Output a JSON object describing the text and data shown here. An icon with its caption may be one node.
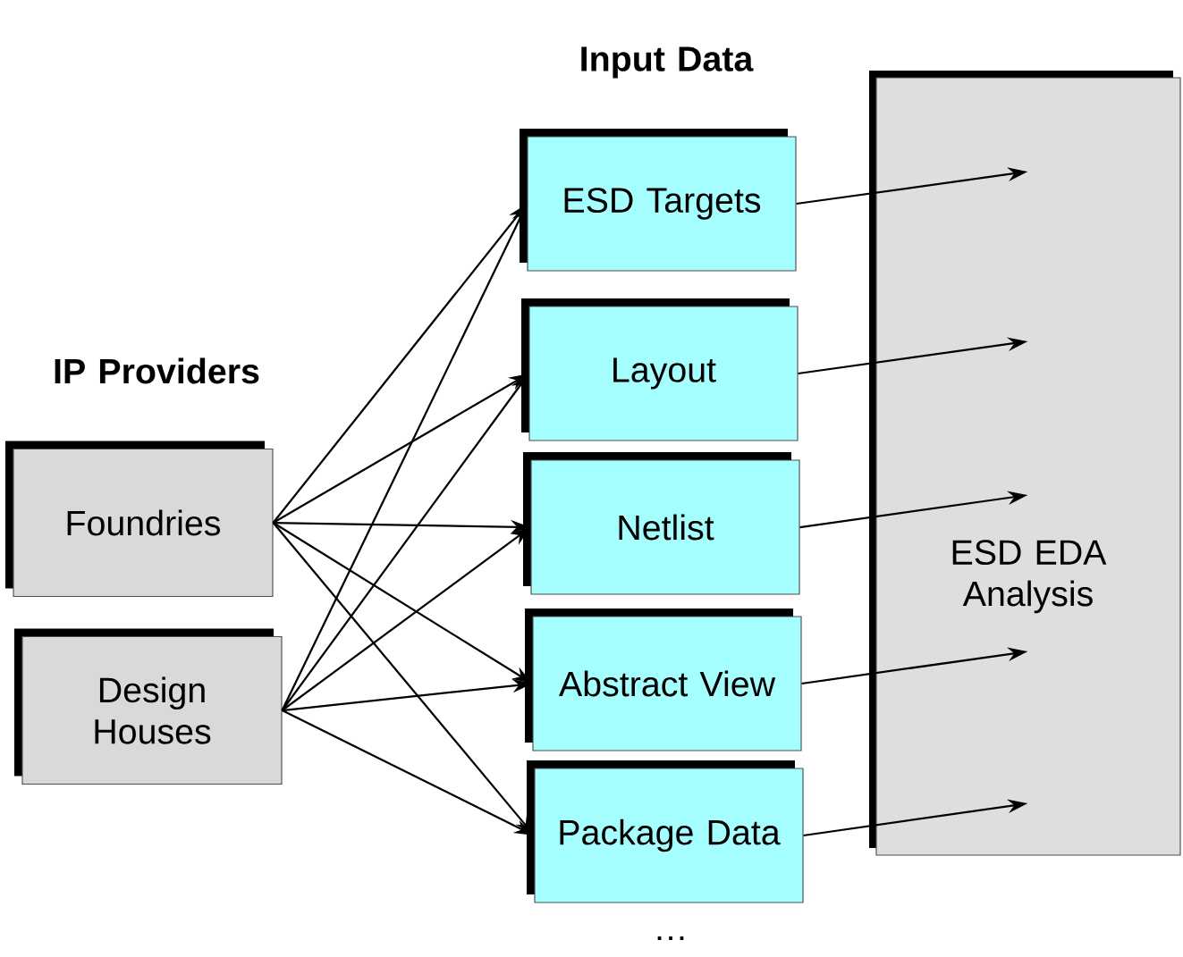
{
  "diagram": {
    "nodes": [
      {
        "text": [
          "Foundries"
        ]
      },
      {
        "text": [
          "Design Houses"
        ]
      },
      {
        "text": [
          "ESD Targets"
        ]
      },
      {
        "text": [
          "Layout"
        ]
      },
      {
        "text": [
          "Netlist"
        ]
      },
      {
        "text": [
          "Abstract View"
        ]
      },
      {
        "text": [
          "Package Data"
        ]
      },
      {
        "text": [
          "ESD EDA Analysis"
        ]
      }
    ],
    "edges": [
      {
        "from": 0,
        "to": 2,
        "arrow": "to"
      },
      {
        "from": 0,
        "to": 3,
        "arrow": "to"
      },
      {
        "from": 0,
        "to": 4,
        "arrow": "to"
      },
      {
        "from": 0,
        "to": 5,
        "arrow": "to"
      },
      {
        "from": 0,
        "to": 6,
        "arrow": "to"
      },
      {
        "from": 1,
        "to": 2,
        "arrow": "to"
      },
      {
        "from": 1,
        "to": 3,
        "arrow": "to"
      },
      {
        "from": 1,
        "to": 4,
        "arrow": "to"
      },
      {
        "from": 1,
        "to": 5,
        "arrow": "to"
      },
      {
        "from": 1,
        "to": 6,
        "arrow": "to"
      },
      {
        "from": 2,
        "to": 7,
        "arrow": "to"
      },
      {
        "from": 3,
        "to": 7,
        "arrow": "to"
      },
      {
        "from": 4,
        "to": 7,
        "arrow": "to"
      },
      {
        "from": 5,
        "to": 7,
        "arrow": "to"
      },
      {
        "from": 6,
        "to": 7,
        "arrow": "to"
      }
    ],
    "labels": [
      "Input Data",
      "IP Providers",
      "…"
    ]
  }
}
